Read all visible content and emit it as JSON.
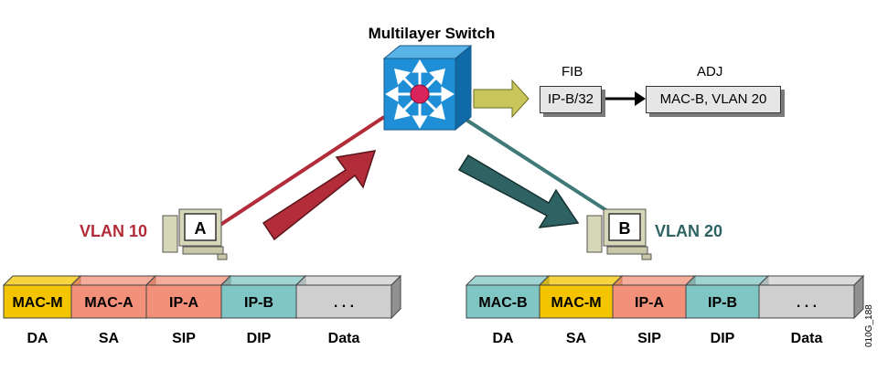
{
  "switch": {
    "title": "Multilayer Switch"
  },
  "fib": {
    "header": "FIB",
    "entry": "IP-B/32"
  },
  "adj": {
    "header": "ADJ",
    "entry": "MAC-B, VLAN 20"
  },
  "host_a": {
    "label": "A",
    "vlan": "VLAN 10",
    "vlan_color": "#b22c3a"
  },
  "host_b": {
    "label": "B",
    "vlan": "VLAN 20",
    "vlan_color": "#2f6262"
  },
  "frame_in": {
    "fields": [
      {
        "text": "MAC-M",
        "color": "#f5c400"
      },
      {
        "text": "MAC-A",
        "color": "#f3907a"
      },
      {
        "text": "IP-A",
        "color": "#f3907a"
      },
      {
        "text": "IP-B",
        "color": "#7fc6c4"
      },
      {
        "text": ". . .",
        "color": "#cfcfcf"
      }
    ],
    "labels": [
      "DA",
      "SA",
      "SIP",
      "DIP",
      "Data"
    ]
  },
  "frame_out": {
    "fields": [
      {
        "text": "MAC-B",
        "color": "#7fc6c4"
      },
      {
        "text": "MAC-M",
        "color": "#f5c400"
      },
      {
        "text": "IP-A",
        "color": "#f3907a"
      },
      {
        "text": "IP-B",
        "color": "#7fc6c4"
      },
      {
        "text": ". . .",
        "color": "#cfcfcf"
      }
    ],
    "labels": [
      "DA",
      "SA",
      "SIP",
      "DIP",
      "Data"
    ]
  },
  "figure_code": "010G_188"
}
